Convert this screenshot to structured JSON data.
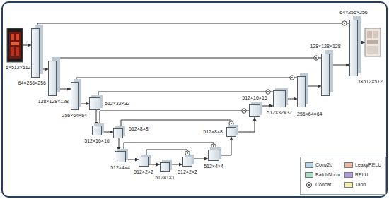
{
  "diagram": {
    "nodes": [
      {
        "text": [
          "6×512×512"
        ]
      },
      {
        "text": [
          "64×256×256"
        ]
      },
      {
        "text": [
          "128×128×128"
        ]
      },
      {
        "text": [
          "256×64×64"
        ]
      },
      {
        "text": [
          "512×32×32"
        ]
      },
      {
        "text": [
          "512×16×16"
        ]
      },
      {
        "text": [
          "512×8×8"
        ]
      },
      {
        "text": [
          "512×4×4"
        ]
      },
      {
        "text": [
          "512×2×2"
        ]
      },
      {
        "text": [
          "512×1×1"
        ]
      },
      {
        "text": [
          "512×2×2"
        ]
      },
      {
        "text": [
          "512×4×4"
        ]
      },
      {
        "text": [
          "512×8×8"
        ]
      },
      {
        "text": [
          "512×16×16"
        ]
      },
      {
        "text": [
          "512×32×32"
        ]
      },
      {
        "text": [
          "256×64×64"
        ]
      },
      {
        "text": [
          "128×128×128"
        ]
      },
      {
        "text": [
          "64×256×256"
        ]
      },
      {
        "text": [
          "3×512×512"
        ]
      }
    ],
    "edges": [
      {
        "from": 0,
        "to": 1,
        "arrow": "to"
      },
      {
        "from": 1,
        "to": 2,
        "arrow": "to"
      },
      {
        "from": 2,
        "to": 3,
        "arrow": "to"
      },
      {
        "from": 3,
        "to": 4,
        "arrow": "to"
      },
      {
        "from": 4,
        "to": 5,
        "arrow": "to"
      },
      {
        "from": 5,
        "to": 6,
        "arrow": "to"
      },
      {
        "from": 6,
        "to": 7,
        "arrow": "to"
      },
      {
        "from": 7,
        "to": 8,
        "arrow": "to"
      },
      {
        "from": 8,
        "to": 9,
        "arrow": "to"
      },
      {
        "from": 9,
        "to": 10,
        "arrow": "to"
      },
      {
        "from": 10,
        "to": 11,
        "arrow": "to"
      },
      {
        "from": 11,
        "to": 12,
        "arrow": "to"
      },
      {
        "from": 12,
        "to": 13,
        "arrow": "to"
      },
      {
        "from": 13,
        "to": 14,
        "arrow": "to"
      },
      {
        "from": 14,
        "to": 15,
        "arrow": "to"
      },
      {
        "from": 15,
        "to": 16,
        "arrow": "to"
      },
      {
        "from": 16,
        "to": 17,
        "arrow": "to"
      },
      {
        "from": 17,
        "to": 18,
        "arrow": "to"
      },
      {
        "from": 1,
        "to": 17,
        "arrow": "none"
      },
      {
        "from": 2,
        "to": 16,
        "arrow": "none"
      },
      {
        "from": 3,
        "to": 15,
        "arrow": "none"
      },
      {
        "from": 4,
        "to": 14,
        "arrow": "none"
      },
      {
        "from": 5,
        "to": 13,
        "arrow": "none"
      },
      {
        "from": 6,
        "to": 12,
        "arrow": "none"
      },
      {
        "from": 7,
        "to": 11,
        "arrow": "none"
      },
      {
        "from": 8,
        "to": 10,
        "arrow": "none"
      }
    ],
    "legend": [
      {
        "text": "Conv2d",
        "color": "#b4d4e6"
      },
      {
        "text": "BatchNorm",
        "color": "#a8dcc0"
      },
      {
        "text": "Concat"
      },
      {
        "text": "LeakyRELU",
        "color": "#f2b6a0"
      },
      {
        "text": "RELU",
        "color": "#b39ddb"
      },
      {
        "text": "Tanh",
        "color": "#f6f0a8"
      }
    ]
  }
}
